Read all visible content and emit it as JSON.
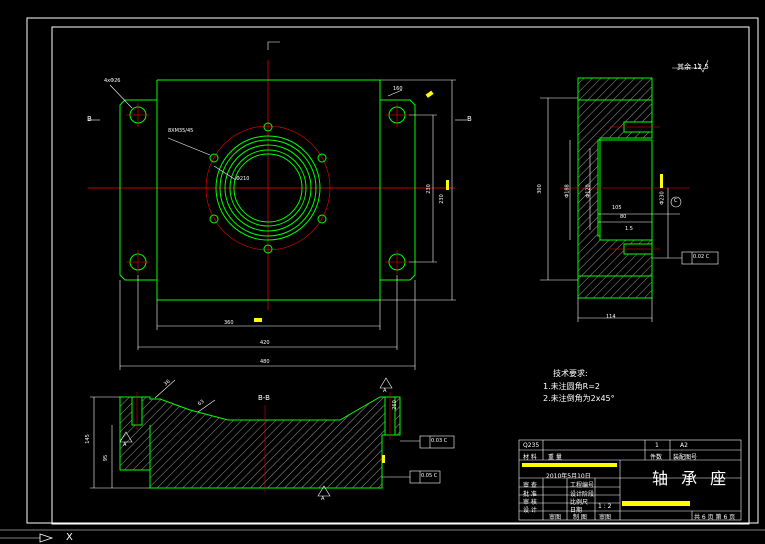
{
  "drawing": {
    "surface_finish_note": "其余 12.5",
    "section_marker": "B",
    "section_title": "B-B",
    "arrow_label": "A",
    "datum_c": "C",
    "dims": {
      "hole_4": "4xΦ26",
      "thread": "8XM35/45",
      "phi_inner": "Φ210",
      "d160": "160",
      "d230a": "230",
      "d230b": "230",
      "d360": "360",
      "d420": "420",
      "d480": "480",
      "d260": "260",
      "d95": "95",
      "d105": "105",
      "d80": "80",
      "d114": "114",
      "d145": "145",
      "d63": "63",
      "d36": "36",
      "d300": "300",
      "d188": "Φ188",
      "d120": "Φ120",
      "d230c": "Φ230",
      "d15": "1.5"
    },
    "tolerances": {
      "flatness": "0.02 C",
      "perp": "0.03 C",
      "parallel": "0.05 C"
    },
    "tech_req": {
      "heading": "技术要求:",
      "line1": "1.未注圆角R=2",
      "line2": "2.未注倒角为2x45°"
    }
  },
  "title_block": {
    "material": "Q235",
    "material_label": "材 料",
    "qty": "1",
    "scale_label": "A2",
    "row_weight": "重 量",
    "row_parts": "件数",
    "row_drawing_no": "装配图号",
    "date": "2010年5月10日",
    "title": "轴 承 座",
    "rows": [
      "审 查",
      "批 准",
      "审 核",
      "设 计"
    ],
    "col2": [
      "工程编号",
      "设计阶段",
      "比例尺",
      "日期"
    ],
    "scale": "1 : 2",
    "sheet": "共 6 页 第 6 页",
    "designer": "审图",
    "draftsman": "制 图",
    "approver": "审图"
  },
  "command_line": {
    "prompt": "X"
  },
  "colors": {
    "bg": "#000000",
    "outline": "#00ff00",
    "center": "#ff0000",
    "dim": "#ffffff",
    "hatch": "#ffffff",
    "accent": "#ffff00",
    "cyan": "#00ffff"
  }
}
